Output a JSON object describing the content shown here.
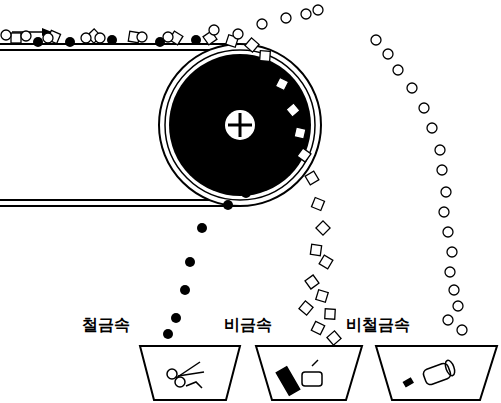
{
  "diagram": {
    "labels": [
      "철금속",
      "비금속",
      "비철금속"
    ]
  }
}
